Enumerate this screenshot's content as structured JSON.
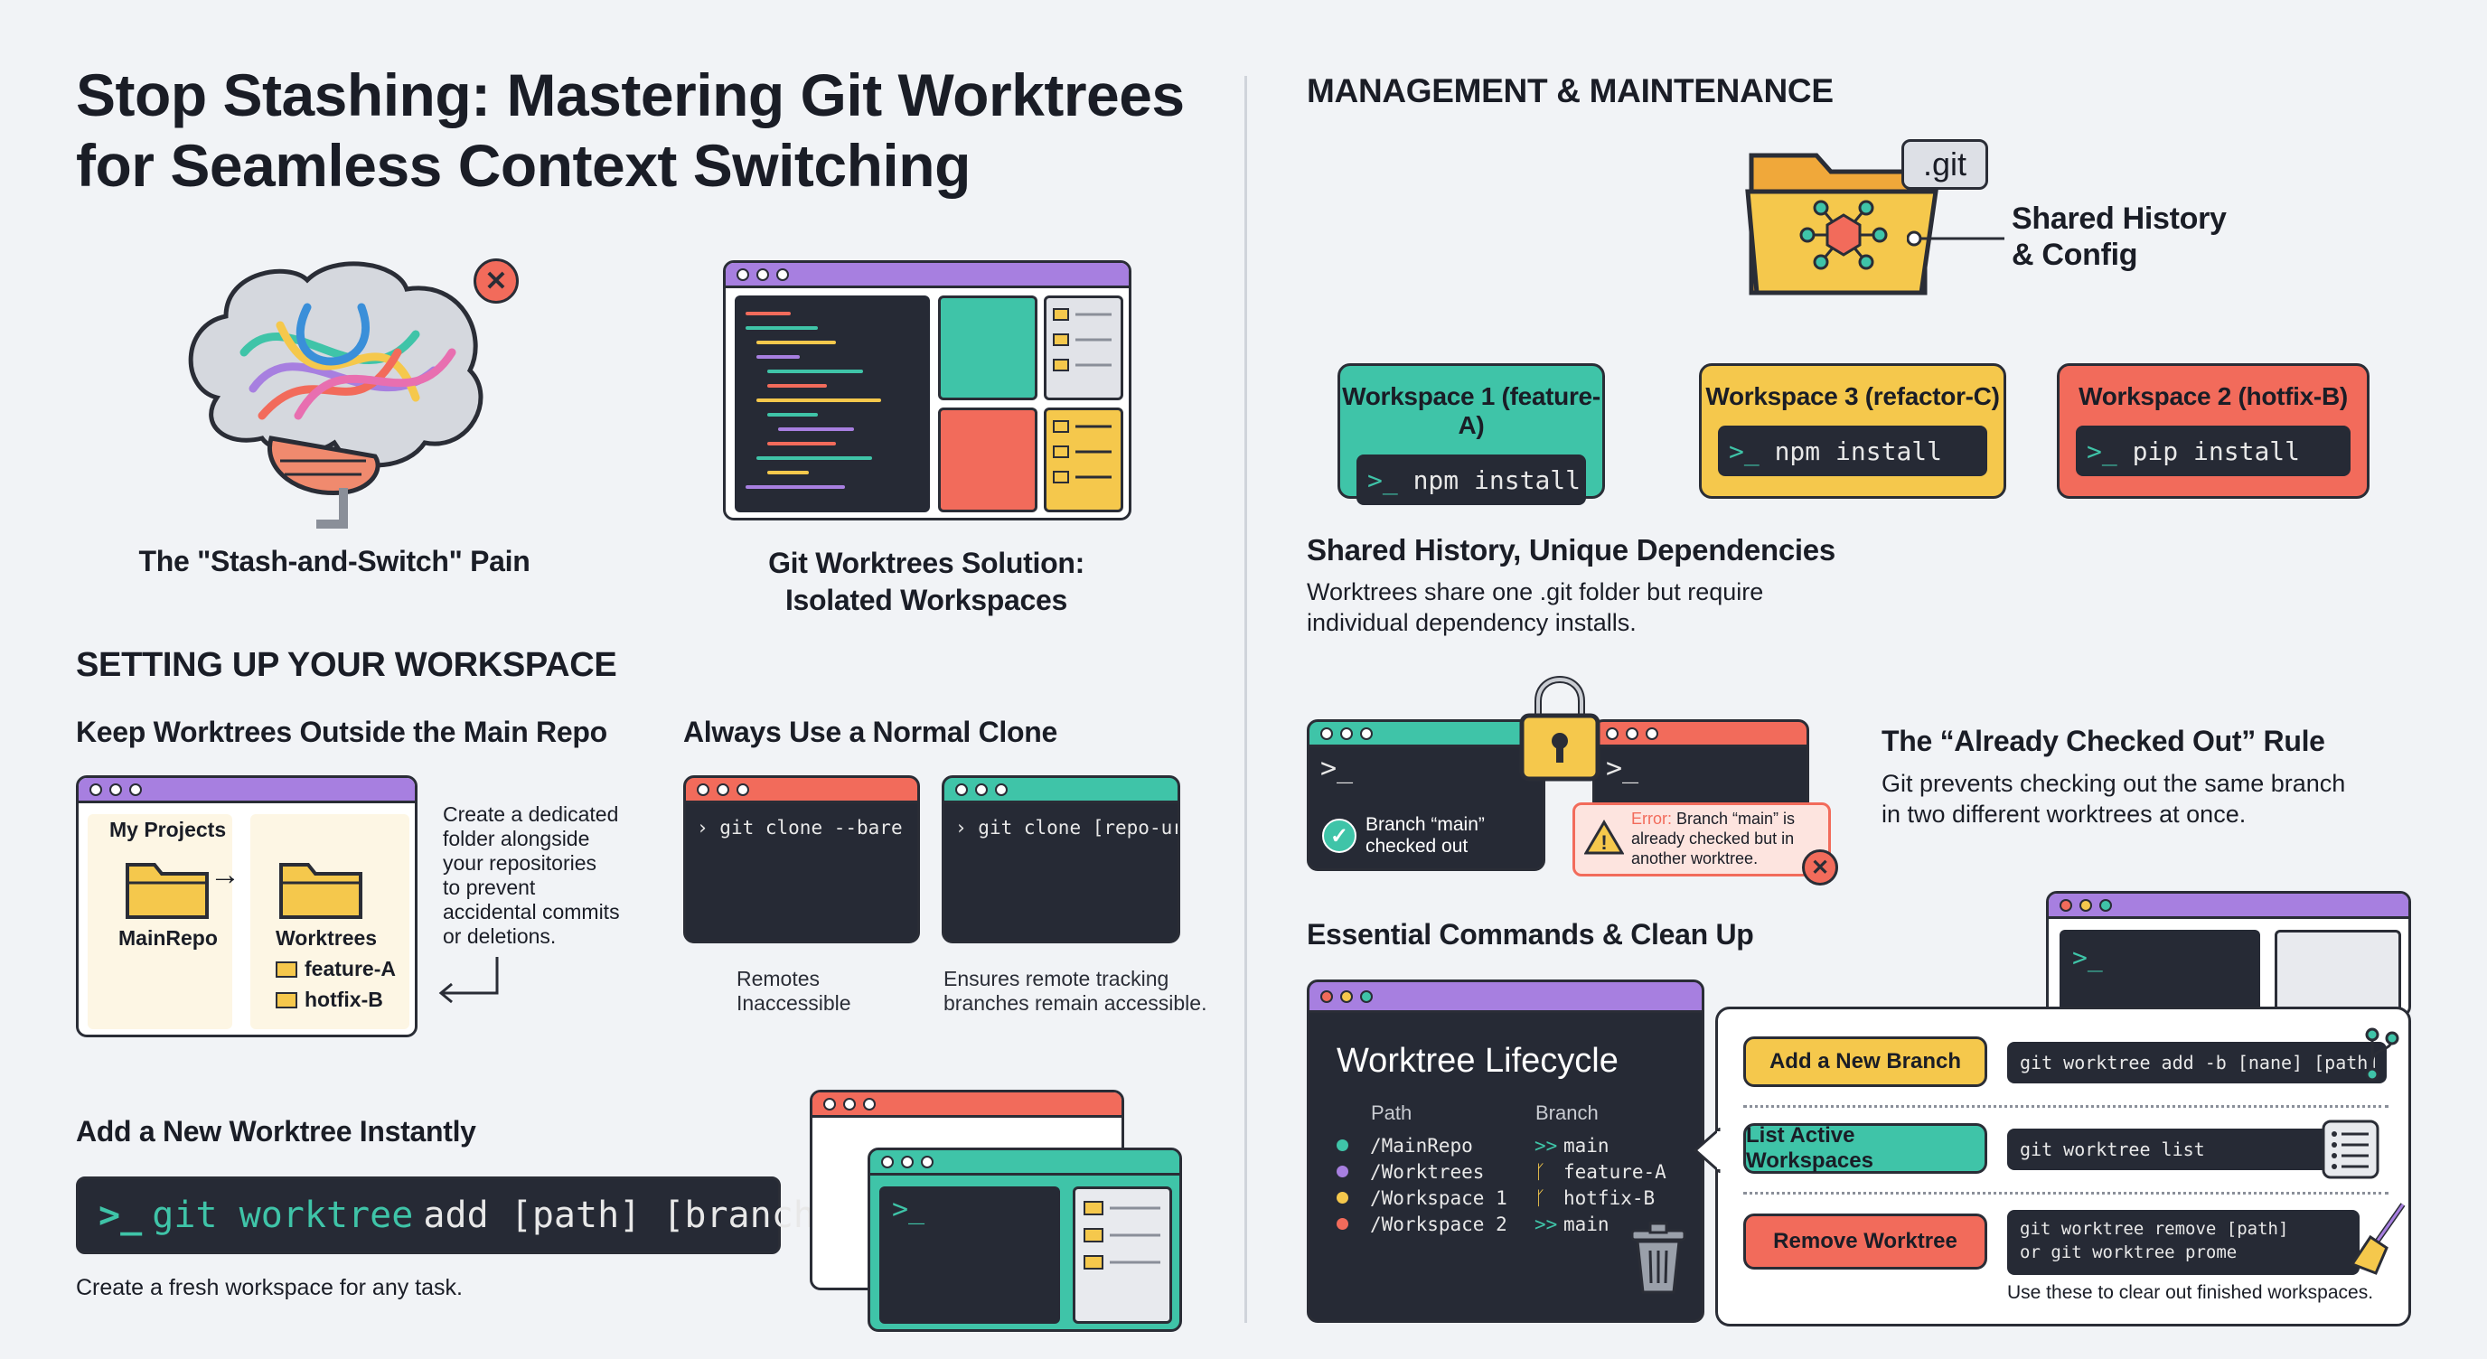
{
  "title": "Stop Stashing: Mastering Git Worktrees for Seamless Context Switching",
  "hero": {
    "pain_caption": "The \"Stash-and-Switch\" Pain",
    "solution_caption_l1": "Git Worktrees Solution:",
    "solution_caption_l2": "Isolated Workspaces",
    "pain_icon": "tangled-brain-icon",
    "x_icon": "close-icon"
  },
  "setup": {
    "heading": "SETTING UP YOUR WORKSPACE",
    "outside": {
      "title": "Keep Worktrees Outside the Main Repo",
      "folder_label": "My Projects",
      "main_repo": "MainRepo",
      "worktrees": "Worktrees",
      "items": [
        "feature-A",
        "hotfix-B"
      ],
      "note": [
        "Create a dedicated",
        "folder alongside",
        "your repositories",
        "to prevent",
        "accidental commits",
        "or deletions."
      ]
    },
    "clone": {
      "title": "Always Use a Normal Clone",
      "bad_cmd": "git clone --bare",
      "good_cmd": "git clone [repo-url]",
      "bad_note": [
        "Remotes",
        "Inaccessible"
      ],
      "good_note": [
        "Ensures remote tracking",
        "branches remain accessible."
      ]
    },
    "add": {
      "title": "Add a New Worktree Instantly",
      "prompt": ">_",
      "cmd_git": "git worktree",
      "cmd_rest": "add [path] [branch]",
      "caption": "Create a fresh workspace for any task."
    }
  },
  "management": {
    "heading": "MANAGEMENT & MAINTENANCE",
    "git_label": ".git",
    "shared_l1": "Shared History",
    "shared_l2": "& Config",
    "workspaces": [
      {
        "name": "Workspace 1 (feature-A)",
        "cmd": "npm install",
        "color": "#3fc4a8"
      },
      {
        "name": "Workspace 3 (refactor-C)",
        "cmd": "npm install",
        "color": "#f5c84c"
      },
      {
        "name": "Workspace 2 (hotfix-B)",
        "cmd": "pip install",
        "color": "#f26b5b"
      }
    ],
    "unique": {
      "title": "Shared History, Unique Dependencies",
      "body_l1": "Worktrees share one .git folder but require",
      "body_l2": "individual dependency installs."
    },
    "checked_out": {
      "title": "The “Already Checked Out” Rule",
      "body_l1": "Git prevents checking out the same branch",
      "body_l2": "in two different worktrees at once.",
      "ok_l1": "Branch “main”",
      "ok_l2": "checked out",
      "err_prefix": "Error:",
      "err_l1": "Branch “main” is",
      "err_l2": "already checked but in",
      "err_l3": "another worktree."
    },
    "commands": {
      "title": "Essential Commands & Clean Up",
      "lifecycle_title": "Worktree Lifecycle",
      "col_path": "Path",
      "col_branch": "Branch",
      "rows": [
        {
          "path": "/MainRepo",
          "branch": "main",
          "mark": ">>",
          "color": "#3fc4a8"
        },
        {
          "path": "/Worktrees",
          "branch": "feature-A",
          "mark": "ᚴ",
          "color": "#a77fe0"
        },
        {
          "path": "/Workspace 1",
          "branch": "hotfix-B",
          "mark": "ᚴ",
          "color": "#f5c84c"
        },
        {
          "path": "/Workspace 2",
          "branch": "main",
          "mark": ">>",
          "color": "#f26b5b"
        }
      ],
      "actions": [
        {
          "label": "Add a New Branch",
          "cmd": "git worktree add -b [nane] [path]",
          "color": "#f5c84c"
        },
        {
          "label": "List Active Workspaces",
          "cmd": "git worktree list",
          "color": "#3fc4a8"
        },
        {
          "label": "Remove Worktree",
          "cmd_l1": "git worktree remove [path]",
          "cmd_l2": "or git worktree prome",
          "color": "#f26b5b"
        }
      ],
      "footer": "Use these to clear out finished workspaces."
    }
  },
  "colors": {
    "purple": "#a77fe0",
    "teal": "#3fc4a8",
    "yellow": "#f5c84c",
    "coral": "#f26b5b",
    "dark": "#262a35"
  }
}
